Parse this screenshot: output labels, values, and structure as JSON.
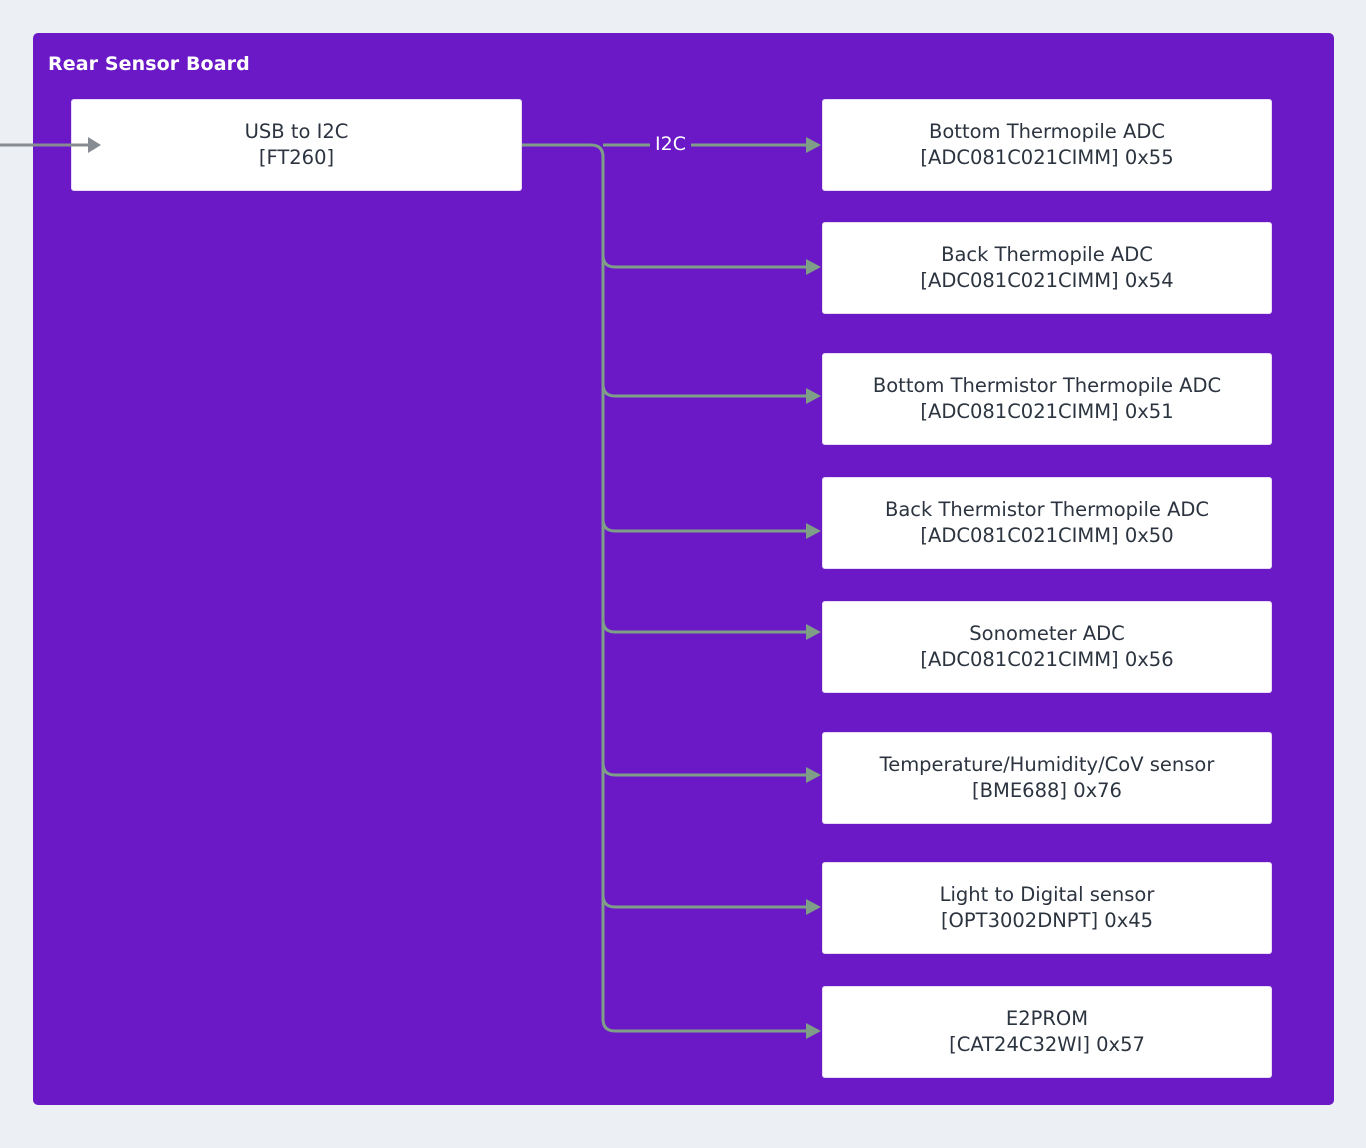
{
  "board": {
    "title": "Rear Sensor Board",
    "fill_color": "#6B19C6",
    "page_background": "#ECEFF3"
  },
  "bus": {
    "label": "I2C",
    "wire_color": "#7E9E88",
    "input_wire_color": "#868C92"
  },
  "source": {
    "name": "USB to I2C",
    "line1": "USB to I2C",
    "line2": "[FT260]",
    "part": "FT260"
  },
  "devices": [
    {
      "line1": "Bottom Thermopile ADC",
      "line2": "[ADC081C021CIMM] 0x55",
      "part": "ADC081C021CIMM",
      "address": "0x55"
    },
    {
      "line1": "Back Thermopile ADC",
      "line2": "[ADC081C021CIMM] 0x54",
      "part": "ADC081C021CIMM",
      "address": "0x54"
    },
    {
      "line1": "Bottom Thermistor Thermopile ADC",
      "line2": "[ADC081C021CIMM] 0x51",
      "part": "ADC081C021CIMM",
      "address": "0x51"
    },
    {
      "line1": "Back Thermistor Thermopile ADC",
      "line2": "[ADC081C021CIMM] 0x50",
      "part": "ADC081C021CIMM",
      "address": "0x50"
    },
    {
      "line1": "Sonometer ADC",
      "line2": "[ADC081C021CIMM] 0x56",
      "part": "ADC081C021CIMM",
      "address": "0x56"
    },
    {
      "line1": "Temperature/Humidity/CoV sensor",
      "line2": "[BME688] 0x76",
      "part": "BME688",
      "address": "0x76"
    },
    {
      "line1": "Light to Digital sensor",
      "line2": "[OPT3002DNPT] 0x45",
      "part": "OPT3002DNPT",
      "address": "0x45"
    },
    {
      "line1": "E2PROM",
      "line2": "[CAT24C32WI] 0x57",
      "part": "CAT24C32WI",
      "address": "0x57"
    }
  ]
}
